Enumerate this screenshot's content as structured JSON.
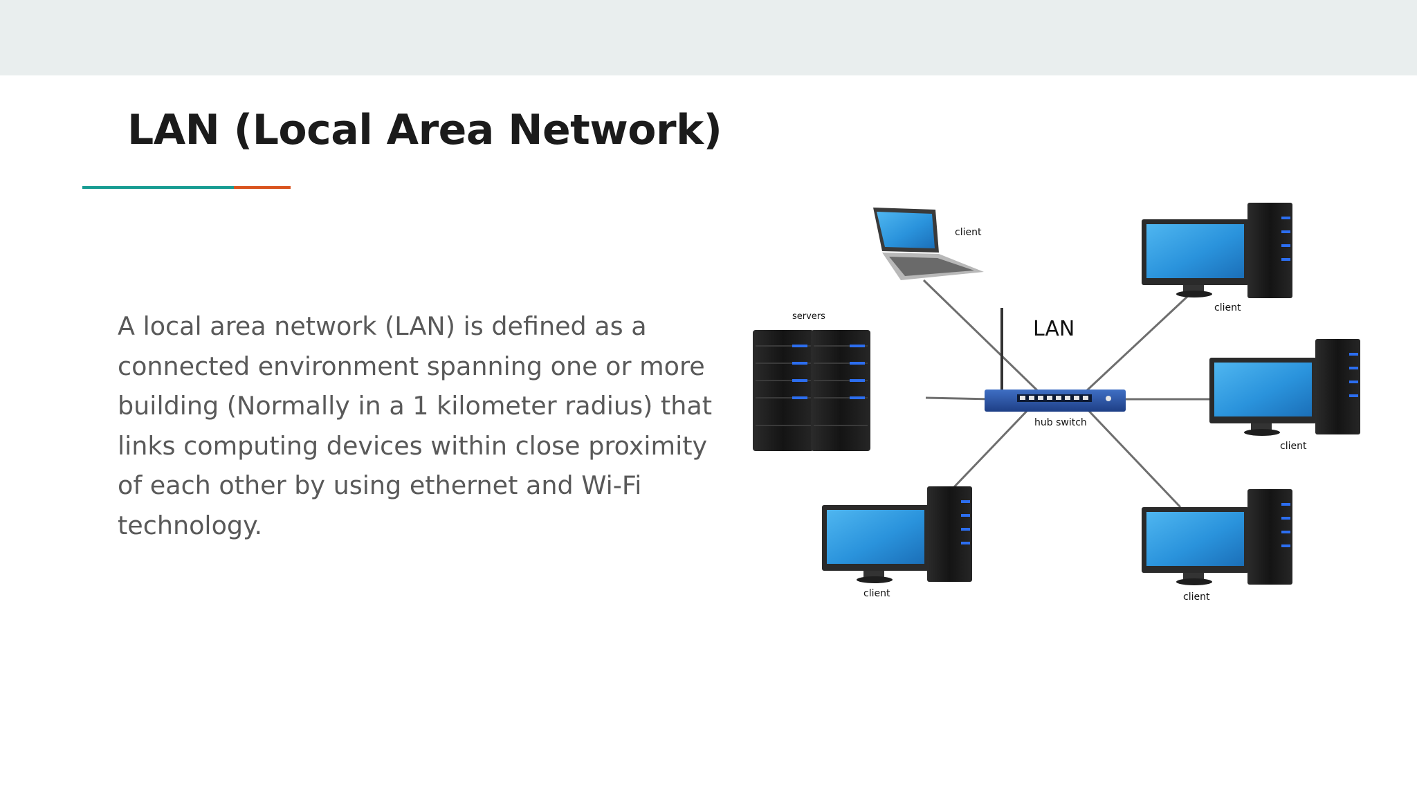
{
  "slide": {
    "title": "LAN (Local Area Network)",
    "body": "A local area network (LAN) is defined as a connected environment spanning one or more building (Normally in a 1 kilometer radius) that links computing devices within close proximity of each other by using ethernet and Wi-Fi technology.",
    "accent_colors": {
      "teal": "#179c92",
      "orange": "#d9531e"
    }
  },
  "diagram": {
    "center_label": "LAN",
    "switch_label": "hub switch",
    "servers_label": "servers",
    "client_labels": [
      "client",
      "client",
      "client",
      "client",
      "client"
    ]
  }
}
